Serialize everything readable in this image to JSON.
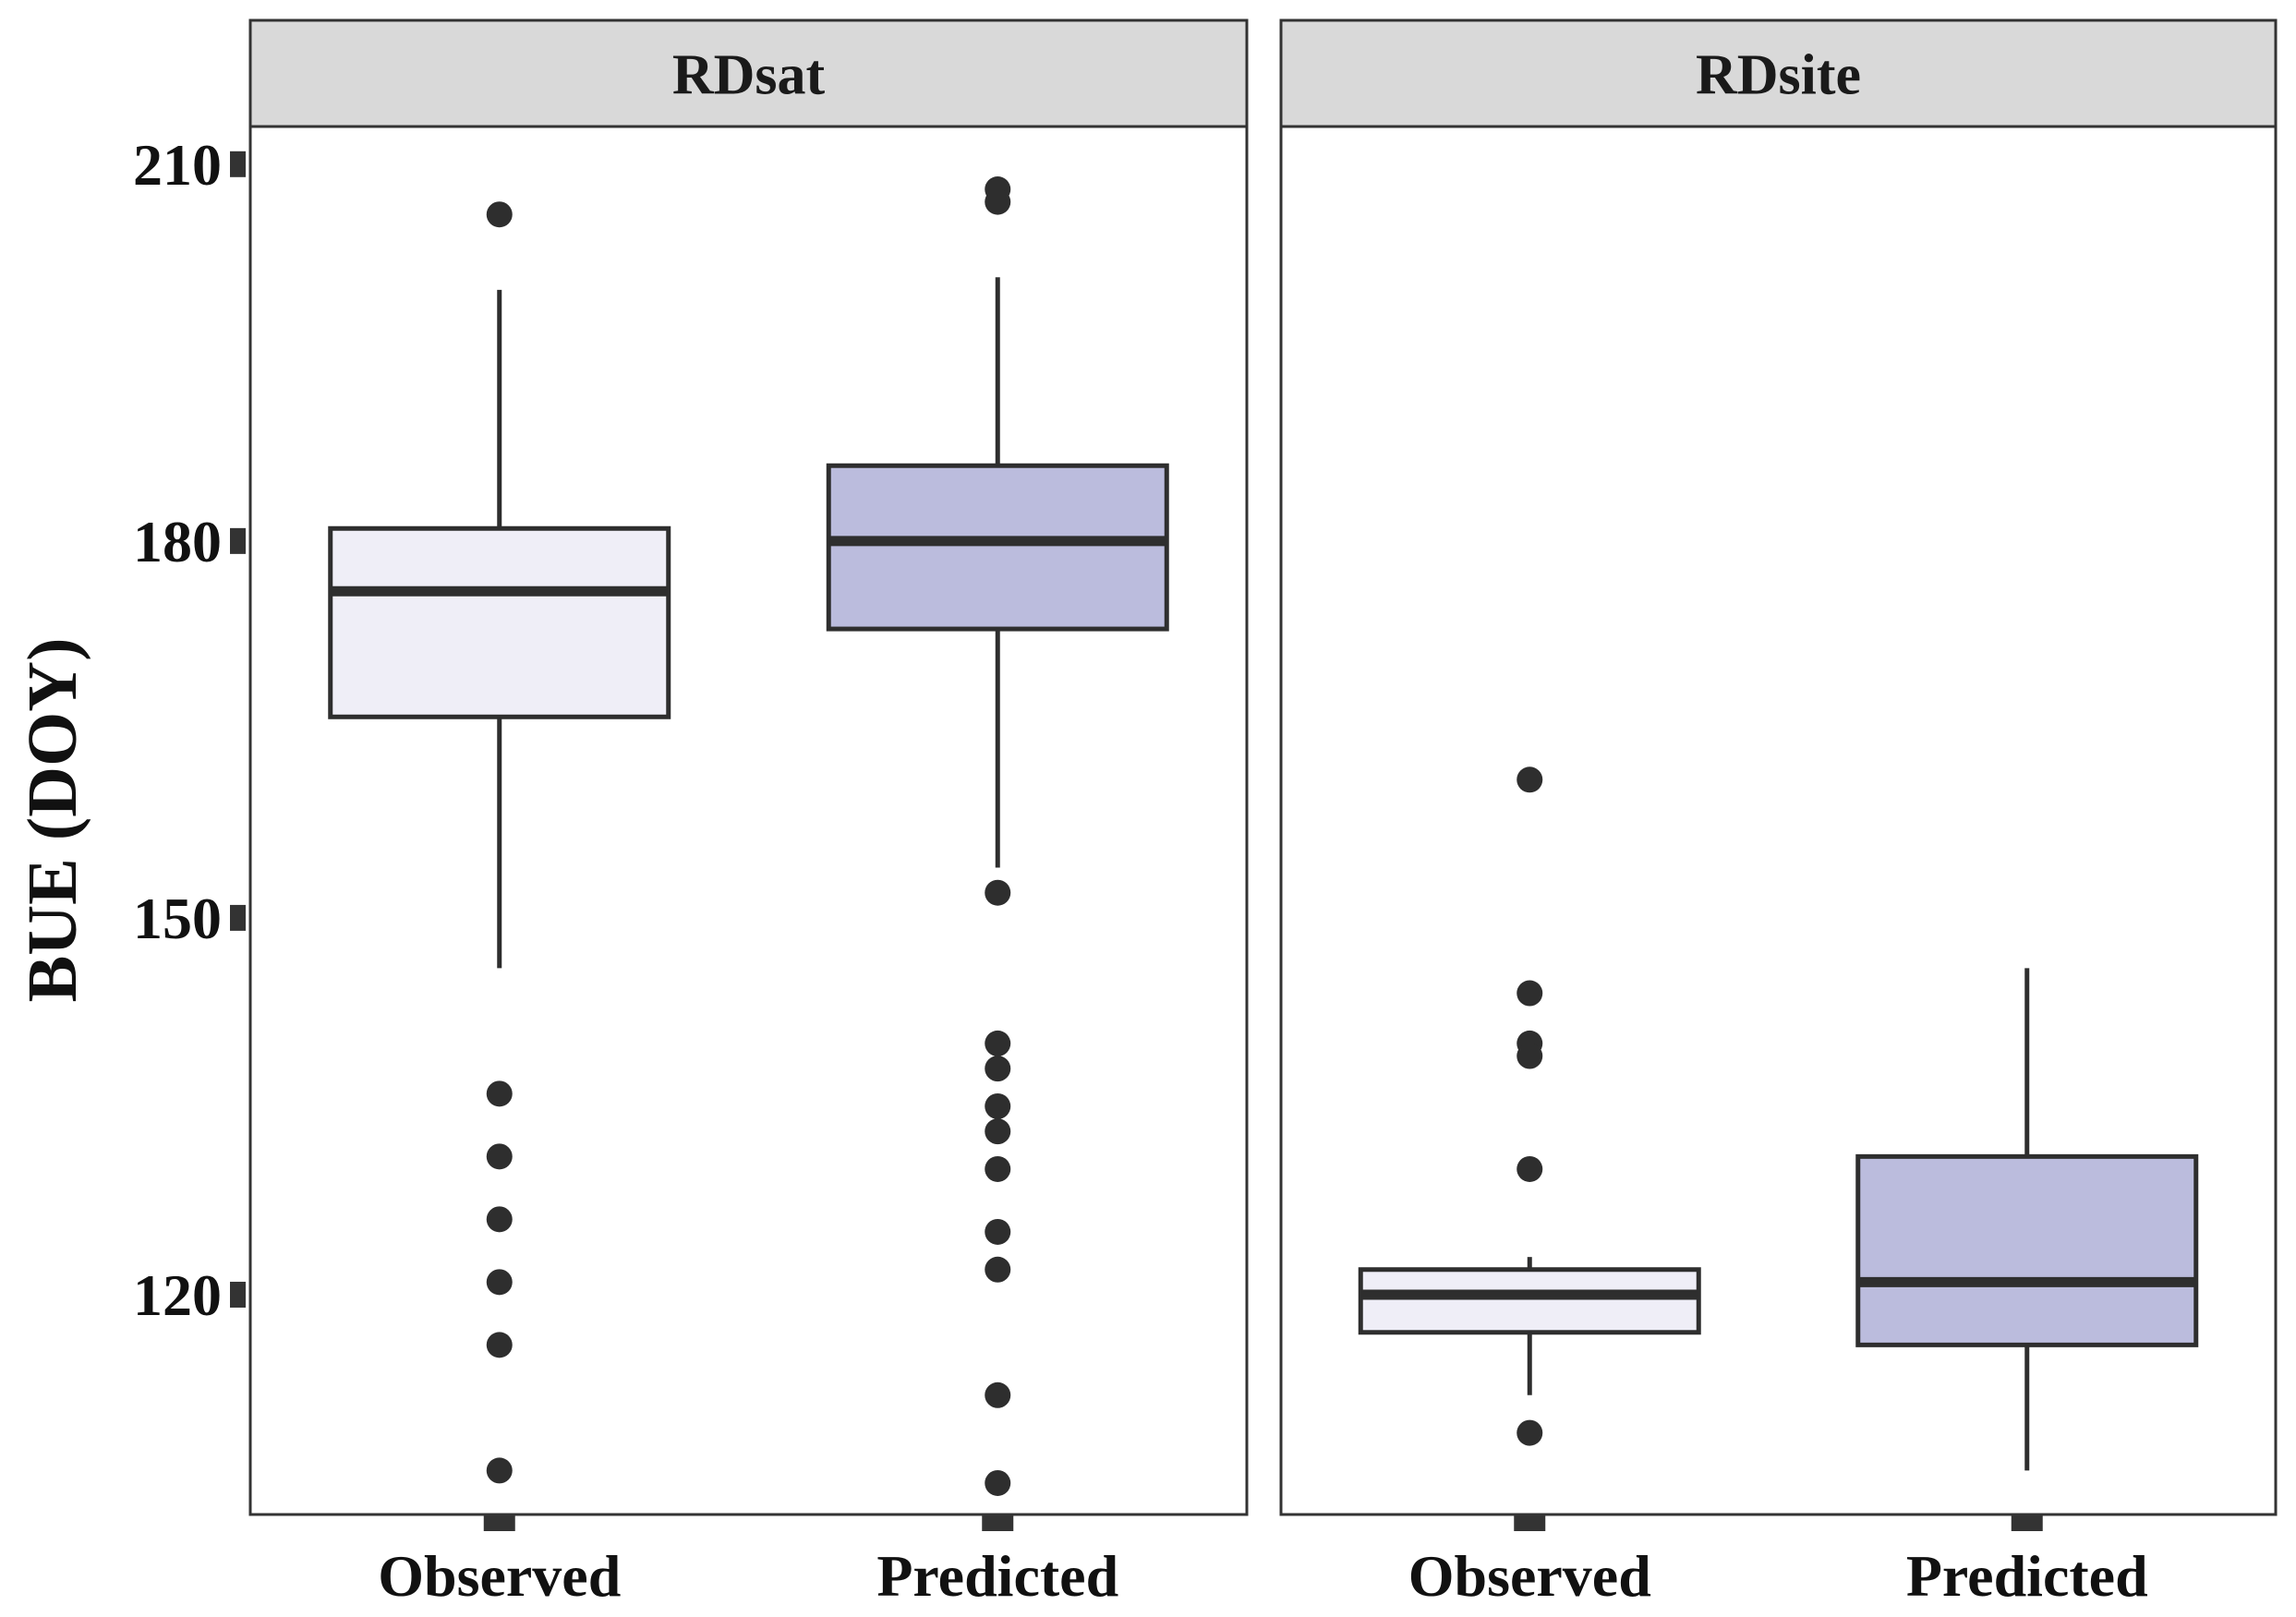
{
  "chart_data": {
    "type": "boxplot",
    "ylabel": "BUE (DOY)",
    "xlabel": "",
    "ylim": [
      102.5,
      213
    ],
    "yticks": [
      120,
      150,
      180,
      210
    ],
    "categories": [
      "Observed",
      "Predicted"
    ],
    "colors": {
      "Observed": "#efeef7",
      "Predicted": "#bbbcdd",
      "stroke": "#2e2e2e",
      "strip": "#d9d9d9"
    },
    "panels": [
      {
        "title": "RDsat",
        "boxes": [
          {
            "category": "Observed",
            "lower_whisker": 146,
            "q1": 166,
            "median": 176,
            "q3": 181,
            "upper_whisker": 200,
            "outliers": [
              206,
              136,
              131,
              126,
              121,
              116,
              106
            ]
          },
          {
            "category": "Predicted",
            "lower_whisker": 154,
            "q1": 173,
            "median": 180,
            "q3": 186,
            "upper_whisker": 201,
            "outliers": [
              208,
              207,
              152,
              140,
              138,
              135,
              133,
              130,
              125,
              122,
              112,
              105
            ]
          }
        ]
      },
      {
        "title": "RDsite",
        "boxes": [
          {
            "category": "Observed",
            "lower_whisker": 112,
            "q1": 117,
            "median": 120,
            "q3": 122,
            "upper_whisker": 123,
            "outliers": [
              161,
              144,
              140,
              139,
              130,
              109
            ]
          },
          {
            "category": "Predicted",
            "lower_whisker": 106,
            "q1": 116,
            "median": 121,
            "q3": 131,
            "upper_whisker": 146,
            "outliers": []
          }
        ]
      }
    ]
  }
}
